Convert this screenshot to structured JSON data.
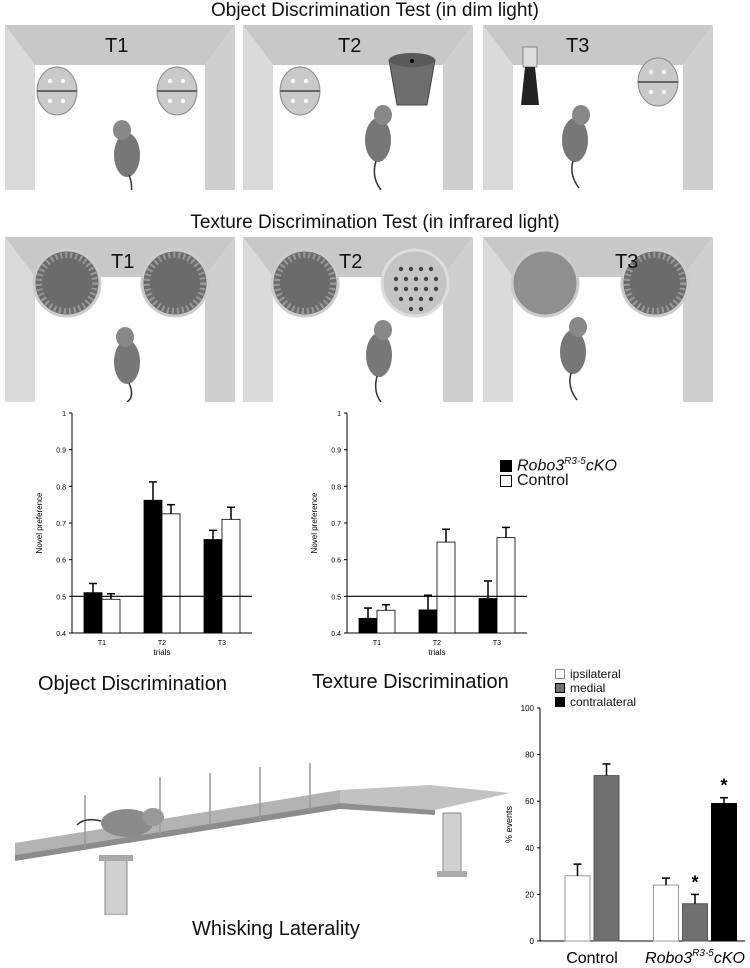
{
  "object_test": {
    "title": "Object Discrimination Test (in dim light)",
    "trials": [
      "T1",
      "T2",
      "T3"
    ]
  },
  "texture_test": {
    "title": "Texture Discrimination Test (in infrared light)",
    "trials": [
      "T1",
      "T2",
      "T3"
    ]
  },
  "legend_top": {
    "series1": "Robo3",
    "series1_sup": "R3-5",
    "series1_suffix": "cKO",
    "series2": "Control"
  },
  "captions": {
    "object": "Object Discrimination",
    "texture": "Texture Discrimination",
    "whisking": "Whisking Laterality"
  },
  "colors": {
    "robo3": "#000000",
    "control": "#ffffff",
    "medial": "#707070",
    "wall": "#d4d4d4"
  },
  "chart_data": [
    {
      "type": "bar",
      "ylabel": "Novel preference",
      "xlabel": "trials",
      "categories": [
        "T1",
        "T2",
        "T3"
      ],
      "ylim": [
        0.4,
        1
      ],
      "yticks": [
        "0.4",
        "0.5",
        "0.6",
        "0.7",
        "0.8",
        "0.9",
        "1"
      ],
      "reference_line": 0.5,
      "series": [
        {
          "name": "Robo3R3-5cKO",
          "values": [
            0.51,
            0.762,
            0.655
          ],
          "errors": [
            0.025,
            0.05,
            0.025
          ]
        },
        {
          "name": "Control",
          "values": [
            0.492,
            0.725,
            0.71
          ],
          "errors": [
            0.015,
            0.025,
            0.033
          ]
        }
      ]
    },
    {
      "type": "bar",
      "ylabel": "Novel preference",
      "xlabel": "trials",
      "categories": [
        "T1",
        "T2",
        "T3"
      ],
      "ylim": [
        0.4,
        1
      ],
      "yticks": [
        "0.4",
        "0.5",
        "0.6",
        "0.7",
        "0.8",
        "0.9",
        "1"
      ],
      "reference_line": 0.5,
      "series": [
        {
          "name": "Robo3R3-5cKO",
          "values": [
            0.44,
            0.463,
            0.494
          ],
          "errors": [
            0.028,
            0.04,
            0.048
          ]
        },
        {
          "name": "Control",
          "values": [
            0.462,
            0.648,
            0.66
          ],
          "errors": [
            0.015,
            0.035,
            0.028
          ]
        }
      ]
    },
    {
      "type": "bar",
      "ylabel": "% events",
      "xlabel": "",
      "categories": [
        "Control",
        "Robo3R3-5cKO"
      ],
      "category_labels": [
        {
          "text": "Control"
        },
        {
          "text": "Robo3",
          "sup": "R3-5",
          "suffix": "cKO"
        }
      ],
      "ylim": [
        0,
        100
      ],
      "yticks": [
        "0",
        "20",
        "40",
        "60",
        "80",
        "100"
      ],
      "legend": [
        "ipsilateral",
        "medial",
        "contralateral"
      ],
      "series": [
        {
          "name": "ipsilateral",
          "values": [
            28,
            24
          ],
          "errors": [
            5,
            3
          ]
        },
        {
          "name": "medial",
          "values": [
            71,
            16
          ],
          "errors": [
            5,
            4
          ]
        },
        {
          "name": "contralateral",
          "values": [
            null,
            59
          ],
          "errors": [
            null,
            2.5
          ]
        }
      ],
      "annotations": [
        "*",
        "*"
      ]
    }
  ]
}
